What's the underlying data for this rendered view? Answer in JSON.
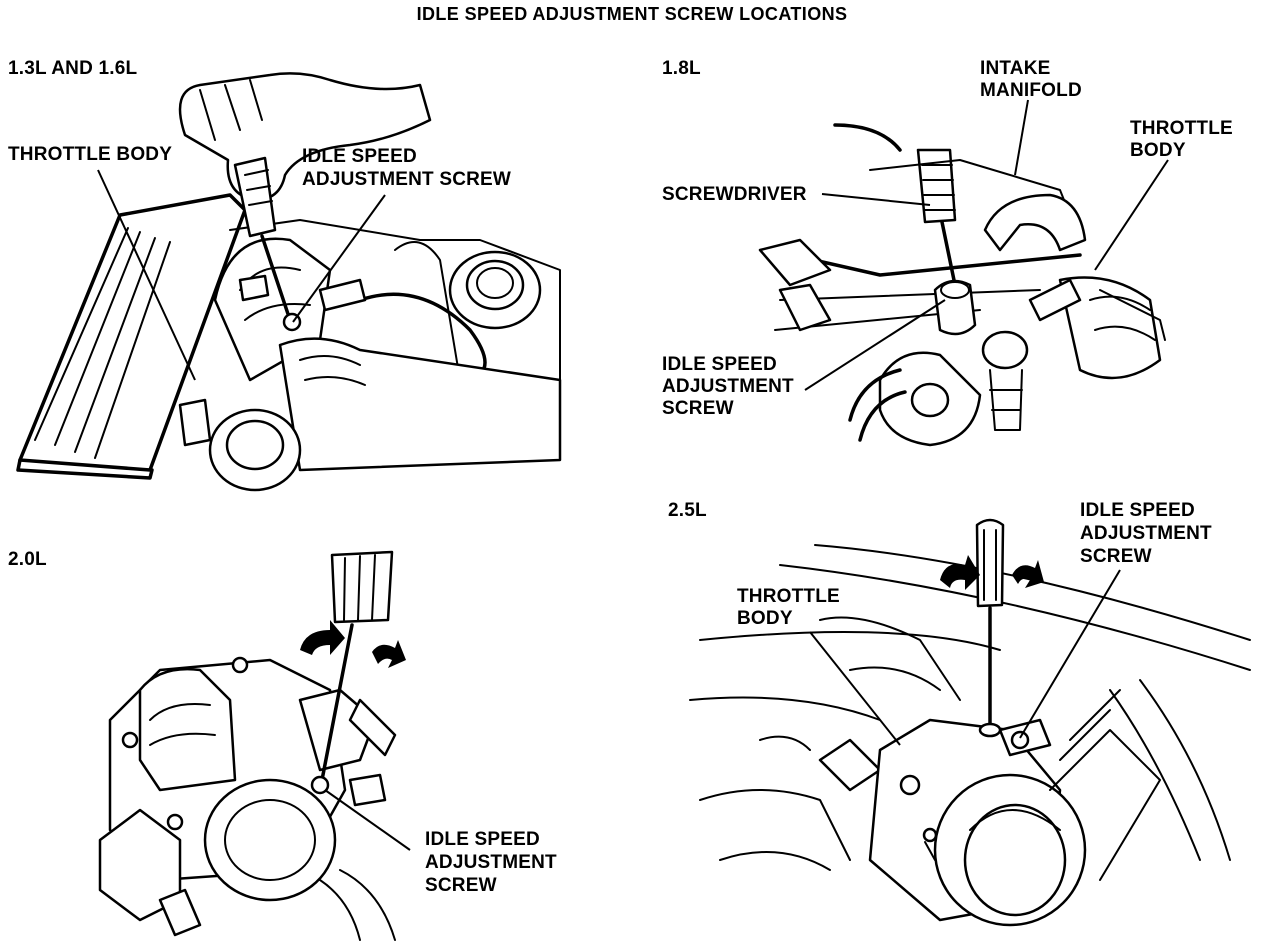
{
  "title": "IDLE SPEED ADJUSTMENT SCREW LOCATIONS",
  "panels": {
    "p13": {
      "engine": "1.3L AND 1.6L",
      "throttle_body": "THROTTLE BODY",
      "screw_line1": "IDLE SPEED",
      "screw_line2": "ADJUSTMENT SCREW"
    },
    "p18": {
      "engine": "1.8L",
      "intake_line1": "INTAKE",
      "intake_line2": "MANIFOLD",
      "throttle_line1": "THROTTLE",
      "throttle_line2": "BODY",
      "screwdriver": "SCREWDRIVER",
      "screw_line1": "IDLE SPEED",
      "screw_line2": "ADJUSTMENT",
      "screw_line3": "SCREW"
    },
    "p20": {
      "engine": "2.0L",
      "screw_line1": "IDLE SPEED",
      "screw_line2": "ADJUSTMENT",
      "screw_line3": "SCREW"
    },
    "p25": {
      "engine": "2.5L",
      "throttle_line1": "THROTTLE",
      "throttle_line2": "BODY",
      "screw_line1": "IDLE SPEED",
      "screw_line2": "ADJUSTMENT",
      "screw_line3": "SCREW"
    }
  },
  "colors": {
    "ink": "#000000",
    "paper": "#ffffff"
  }
}
